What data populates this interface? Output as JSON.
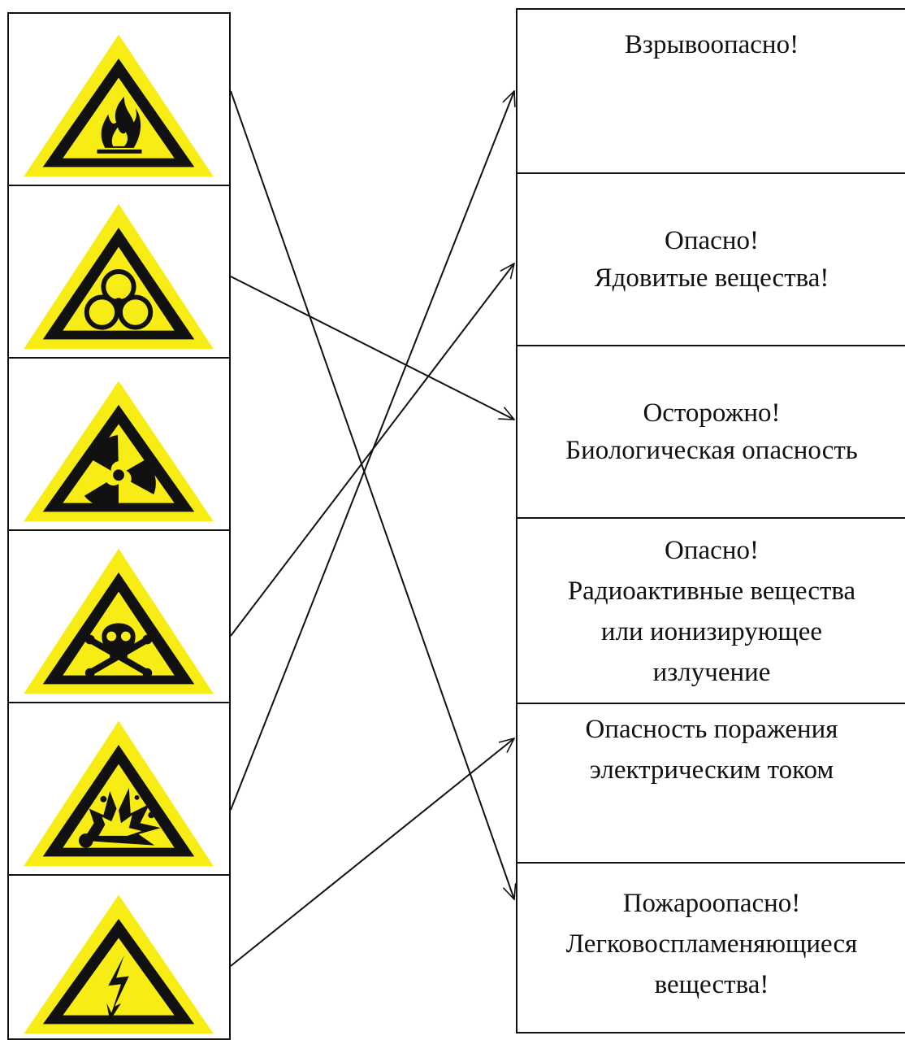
{
  "colors": {
    "sign_yellow": "#f7ec13",
    "sign_black": "#111111",
    "line": "#111111"
  },
  "signs": [
    {
      "icon": "flammable-icon",
      "name": "Flammable materials sign"
    },
    {
      "icon": "biohazard-icon",
      "name": "Biohazard sign"
    },
    {
      "icon": "radiation-icon",
      "name": "Radiation sign"
    },
    {
      "icon": "toxic-icon",
      "name": "Toxic substances sign"
    },
    {
      "icon": "explosive-icon",
      "name": "Explosive sign"
    },
    {
      "icon": "high-voltage-icon",
      "name": "Electrical hazard sign"
    }
  ],
  "labels": [
    {
      "lines": [
        "Взрывоопасно!"
      ]
    },
    {
      "lines": [
        "Опасно!",
        "Ядовитые вещества!"
      ]
    },
    {
      "lines": [
        "Осторожно!",
        "Биологическая опасность"
      ]
    },
    {
      "lines": [
        "Опасно!",
        "Радиоактивные вещества",
        "или ионизирующее",
        "излучение"
      ]
    },
    {
      "lines": [
        "Опасность поражения",
        "электрическим током"
      ]
    },
    {
      "lines": [
        "Пожароопасно!",
        "Легковоспламеняющиеся",
        "вещества!"
      ]
    }
  ],
  "connections": [
    {
      "from_sign": 0,
      "to_label": 5
    },
    {
      "from_sign": 1,
      "to_label": 2
    },
    {
      "from_sign": 3,
      "to_label": 1
    },
    {
      "from_sign": 4,
      "to_label": 0
    },
    {
      "from_sign": 5,
      "to_label": 4
    }
  ]
}
